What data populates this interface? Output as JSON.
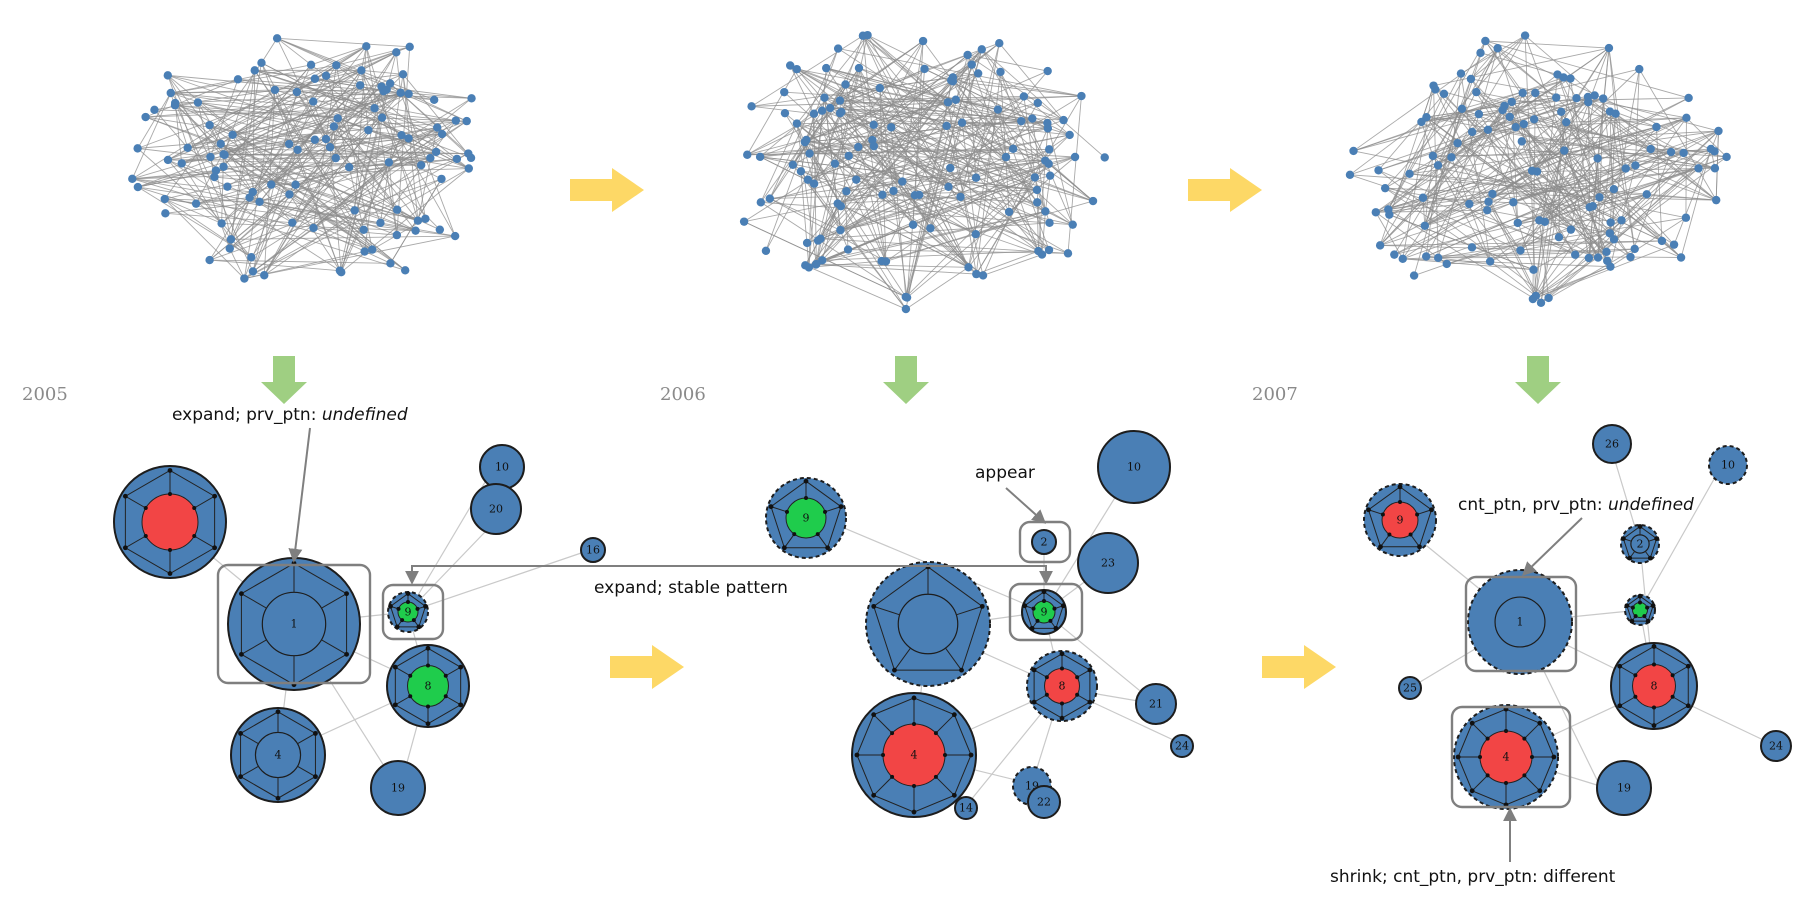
{
  "colors": {
    "node_blue": "#4a7fb5",
    "edge_gray": "#8c8c8c",
    "arrow_yellow": "#fdd866",
    "arrow_green": "#9fcf82",
    "pattern_red": "#f24545",
    "pattern_green": "#1fcc4c",
    "box_gray": "#7f7f7f"
  },
  "years": [
    "2005",
    "2006",
    "2007"
  ],
  "annotations": {
    "a2005_top": "expand; prv_ptn: ",
    "a2005_top_italic": "undefined",
    "a2006_appear": "appear",
    "a2006_stable": "expand; stable pattern",
    "a2007_top": "cnt_ptn, prv_ptn: ",
    "a2007_top_italic": "undefined",
    "a2007_bottom": "shrink; cnt_ptn, prv_ptn:  different"
  },
  "panels": [
    {
      "year": "2005",
      "nodes": [
        {
          "id": "n2005_1",
          "label": "1",
          "pattern": "blue",
          "dashed": false
        },
        {
          "id": "n2005_4",
          "label": "4",
          "pattern": "blue",
          "dashed": false
        },
        {
          "id": "n2005_8",
          "label": "8",
          "pattern": "green",
          "dashed": false
        },
        {
          "id": "n2005_9",
          "label": "9",
          "pattern": "green",
          "dashed": true
        },
        {
          "id": "n2005_10",
          "label": "10",
          "pattern": "none",
          "dashed": false
        },
        {
          "id": "n2005_16",
          "label": "16",
          "pattern": "none",
          "dashed": false
        },
        {
          "id": "n2005_19",
          "label": "19",
          "pattern": "none",
          "dashed": false
        },
        {
          "id": "n2005_20",
          "label": "20",
          "pattern": "none",
          "dashed": false
        },
        {
          "id": "n2005_red",
          "label": "",
          "pattern": "red",
          "dashed": false
        }
      ]
    },
    {
      "year": "2006",
      "nodes": [
        {
          "id": "n2006_1",
          "label": "",
          "pattern": "blue",
          "dashed": true
        },
        {
          "id": "n2006_2",
          "label": "2",
          "pattern": "none",
          "dashed": false
        },
        {
          "id": "n2006_4",
          "label": "4",
          "pattern": "red",
          "dashed": false
        },
        {
          "id": "n2006_8",
          "label": "8",
          "pattern": "red",
          "dashed": true
        },
        {
          "id": "n2006_9",
          "label": "9",
          "pattern": "green",
          "dashed": true
        },
        {
          "id": "n2006_10",
          "label": "10",
          "pattern": "none",
          "dashed": false
        },
        {
          "id": "n2006_14",
          "label": "14",
          "pattern": "none",
          "dashed": false
        },
        {
          "id": "n2006_19",
          "label": "19",
          "pattern": "none",
          "dashed": true
        },
        {
          "id": "n2006_21",
          "label": "21",
          "pattern": "none",
          "dashed": false
        },
        {
          "id": "n2006_22",
          "label": "22",
          "pattern": "none",
          "dashed": false
        },
        {
          "id": "n2006_23",
          "label": "23",
          "pattern": "none",
          "dashed": false
        },
        {
          "id": "n2006_24",
          "label": "24",
          "pattern": "none",
          "dashed": false
        },
        {
          "id": "n2006_g",
          "label": "9",
          "pattern": "green",
          "dashed": false
        }
      ]
    },
    {
      "year": "2007",
      "nodes": [
        {
          "id": "n2007_1",
          "label": "1",
          "pattern": "blue",
          "dashed": true
        },
        {
          "id": "n2007_2",
          "label": "2",
          "pattern": "blue",
          "dashed": true
        },
        {
          "id": "n2007_4",
          "label": "4",
          "pattern": "red",
          "dashed": true
        },
        {
          "id": "n2007_8",
          "label": "8",
          "pattern": "red",
          "dashed": false
        },
        {
          "id": "n2007_9",
          "label": "9",
          "pattern": "red",
          "dashed": true
        },
        {
          "id": "n2007_10",
          "label": "10",
          "pattern": "none",
          "dashed": true
        },
        {
          "id": "n2007_19",
          "label": "19",
          "pattern": "none",
          "dashed": false
        },
        {
          "id": "n2007_24",
          "label": "24",
          "pattern": "none",
          "dashed": false
        },
        {
          "id": "n2007_25",
          "label": "25",
          "pattern": "none",
          "dashed": false
        },
        {
          "id": "n2007_26",
          "label": "26",
          "pattern": "none",
          "dashed": false
        },
        {
          "id": "n2007_g",
          "label": "",
          "pattern": "green",
          "dashed": true
        }
      ]
    }
  ]
}
